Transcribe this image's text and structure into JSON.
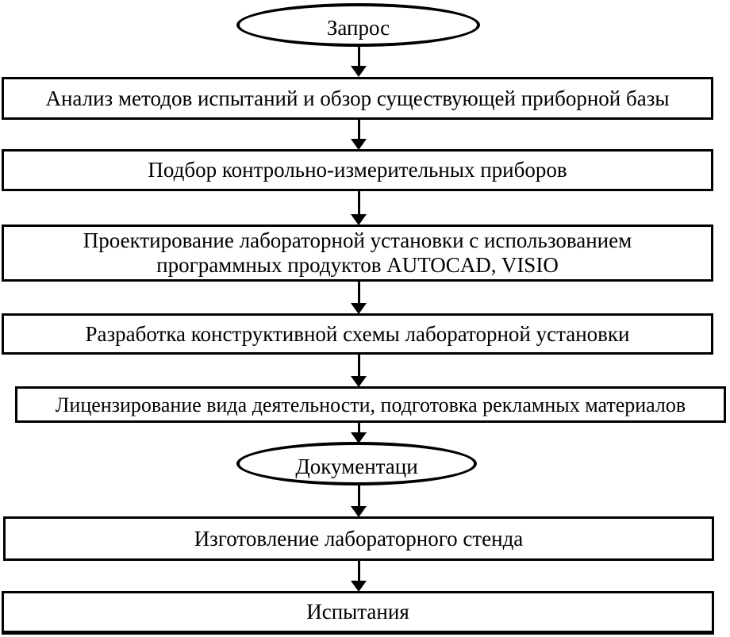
{
  "diagram": {
    "type": "flowchart",
    "language": "ru",
    "colors": {
      "stroke": "#000000",
      "fill": "#ffffff",
      "text": "#000000"
    },
    "nodes": [
      {
        "id": "start",
        "shape": "ellipse",
        "label": "Запрос"
      },
      {
        "id": "step1",
        "shape": "rect",
        "label": "Анализ методов испытаний и обзор существующей приборной базы"
      },
      {
        "id": "step2",
        "shape": "rect",
        "label": "Подбор контрольно-измерительных приборов"
      },
      {
        "id": "step3",
        "shape": "rect",
        "label": "Проектирование лабораторной установки с использованием программных продуктов AUTOCAD, VISIO"
      },
      {
        "id": "step4",
        "shape": "rect",
        "label": "Разработка конструктивной схемы лабораторной установки"
      },
      {
        "id": "step5",
        "shape": "rect",
        "label": "Лицензирование вида деятельности, подготовка рекламных материалов"
      },
      {
        "id": "docs",
        "shape": "ellipse",
        "label": "Документаци"
      },
      {
        "id": "step6",
        "shape": "rect",
        "label": "Изготовление лабораторного стенда"
      },
      {
        "id": "step7",
        "shape": "rect",
        "label": "Испытания"
      }
    ],
    "edges": [
      {
        "from": "start",
        "to": "step1",
        "direction": "down"
      },
      {
        "from": "step1",
        "to": "step2",
        "direction": "down"
      },
      {
        "from": "step2",
        "to": "step3",
        "direction": "down"
      },
      {
        "from": "step3",
        "to": "step4",
        "direction": "down"
      },
      {
        "from": "step4",
        "to": "step5",
        "direction": "down"
      },
      {
        "from": "step5",
        "to": "docs",
        "direction": "down"
      },
      {
        "from": "docs",
        "to": "step6",
        "direction": "down"
      },
      {
        "from": "step6",
        "to": "step7",
        "direction": "down"
      }
    ]
  }
}
